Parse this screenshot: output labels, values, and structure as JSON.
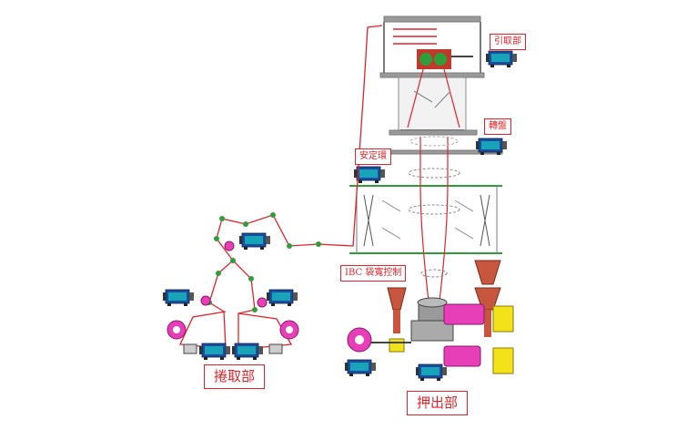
{
  "labels": {
    "take_off": "引取部",
    "turntable": "轉盤",
    "stabilizer": "安定環",
    "ibc": "IBC 袋寬控制",
    "winder": "捲取部",
    "extruder": "押出部"
  },
  "colors": {
    "label_red": "#e0232a",
    "film_line": "#e0232a",
    "frame_gray": "#7a7a7a",
    "motor_blue": "#1a4fa0",
    "motor_teal": "#17a3b8",
    "magenta": "#e63fb8",
    "yellow": "#f2e21a",
    "cone_red": "#c8553d",
    "guide_green": "#2e9e3a"
  }
}
